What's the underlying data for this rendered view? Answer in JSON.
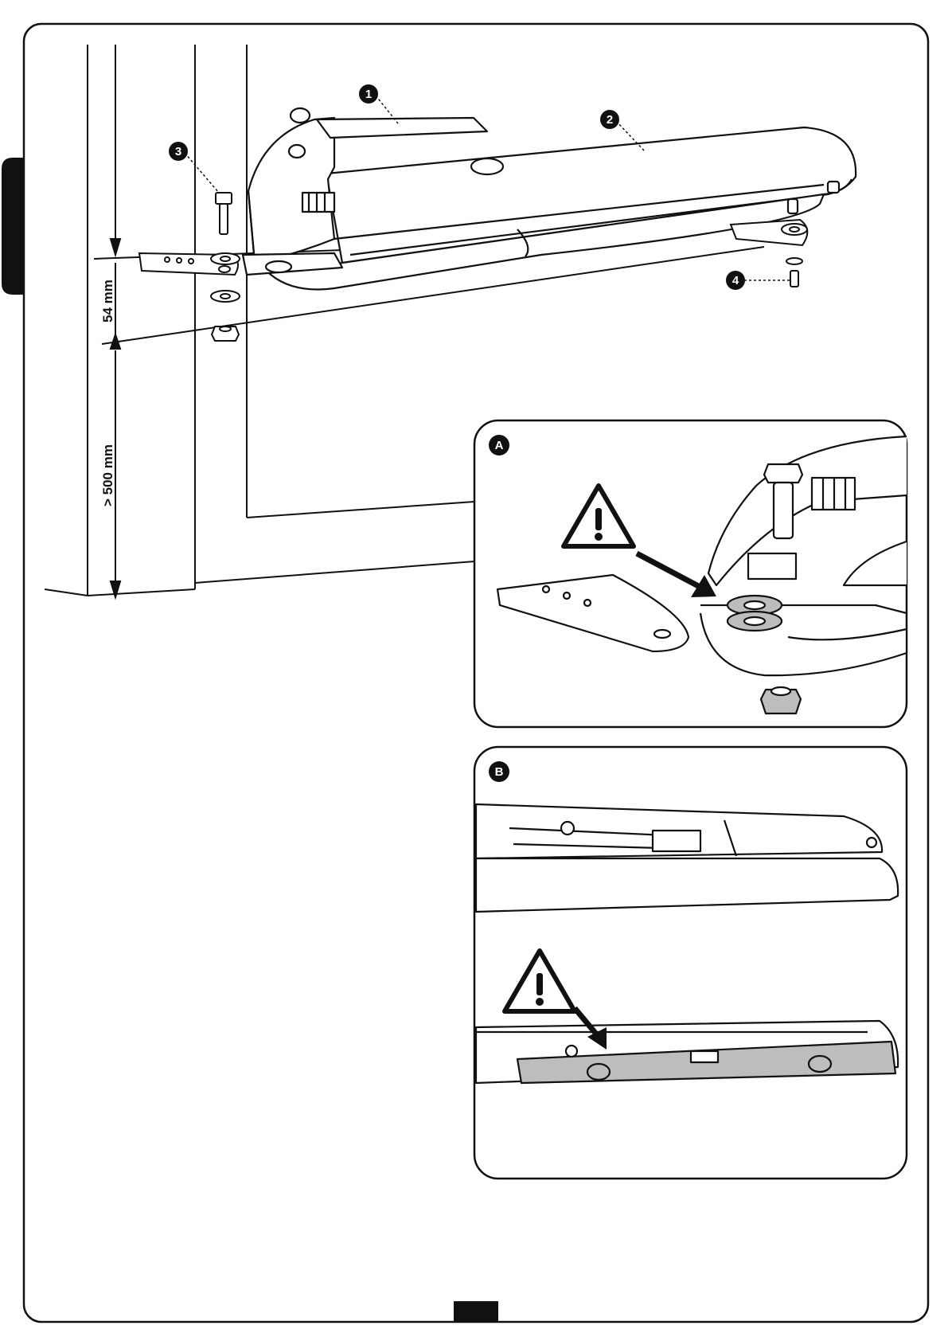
{
  "dimensions": {
    "upper": "54 mm",
    "lower": "> 500 mm"
  },
  "callouts": {
    "c1": "1",
    "c2": "2",
    "c3": "3",
    "c4": "4"
  },
  "insets": {
    "a": "A",
    "b": "B"
  },
  "icons": {
    "warning": "warning-triangle-icon"
  },
  "colors": {
    "line": "#111111",
    "shade": "#bdbdbd",
    "tab": "#111111"
  }
}
